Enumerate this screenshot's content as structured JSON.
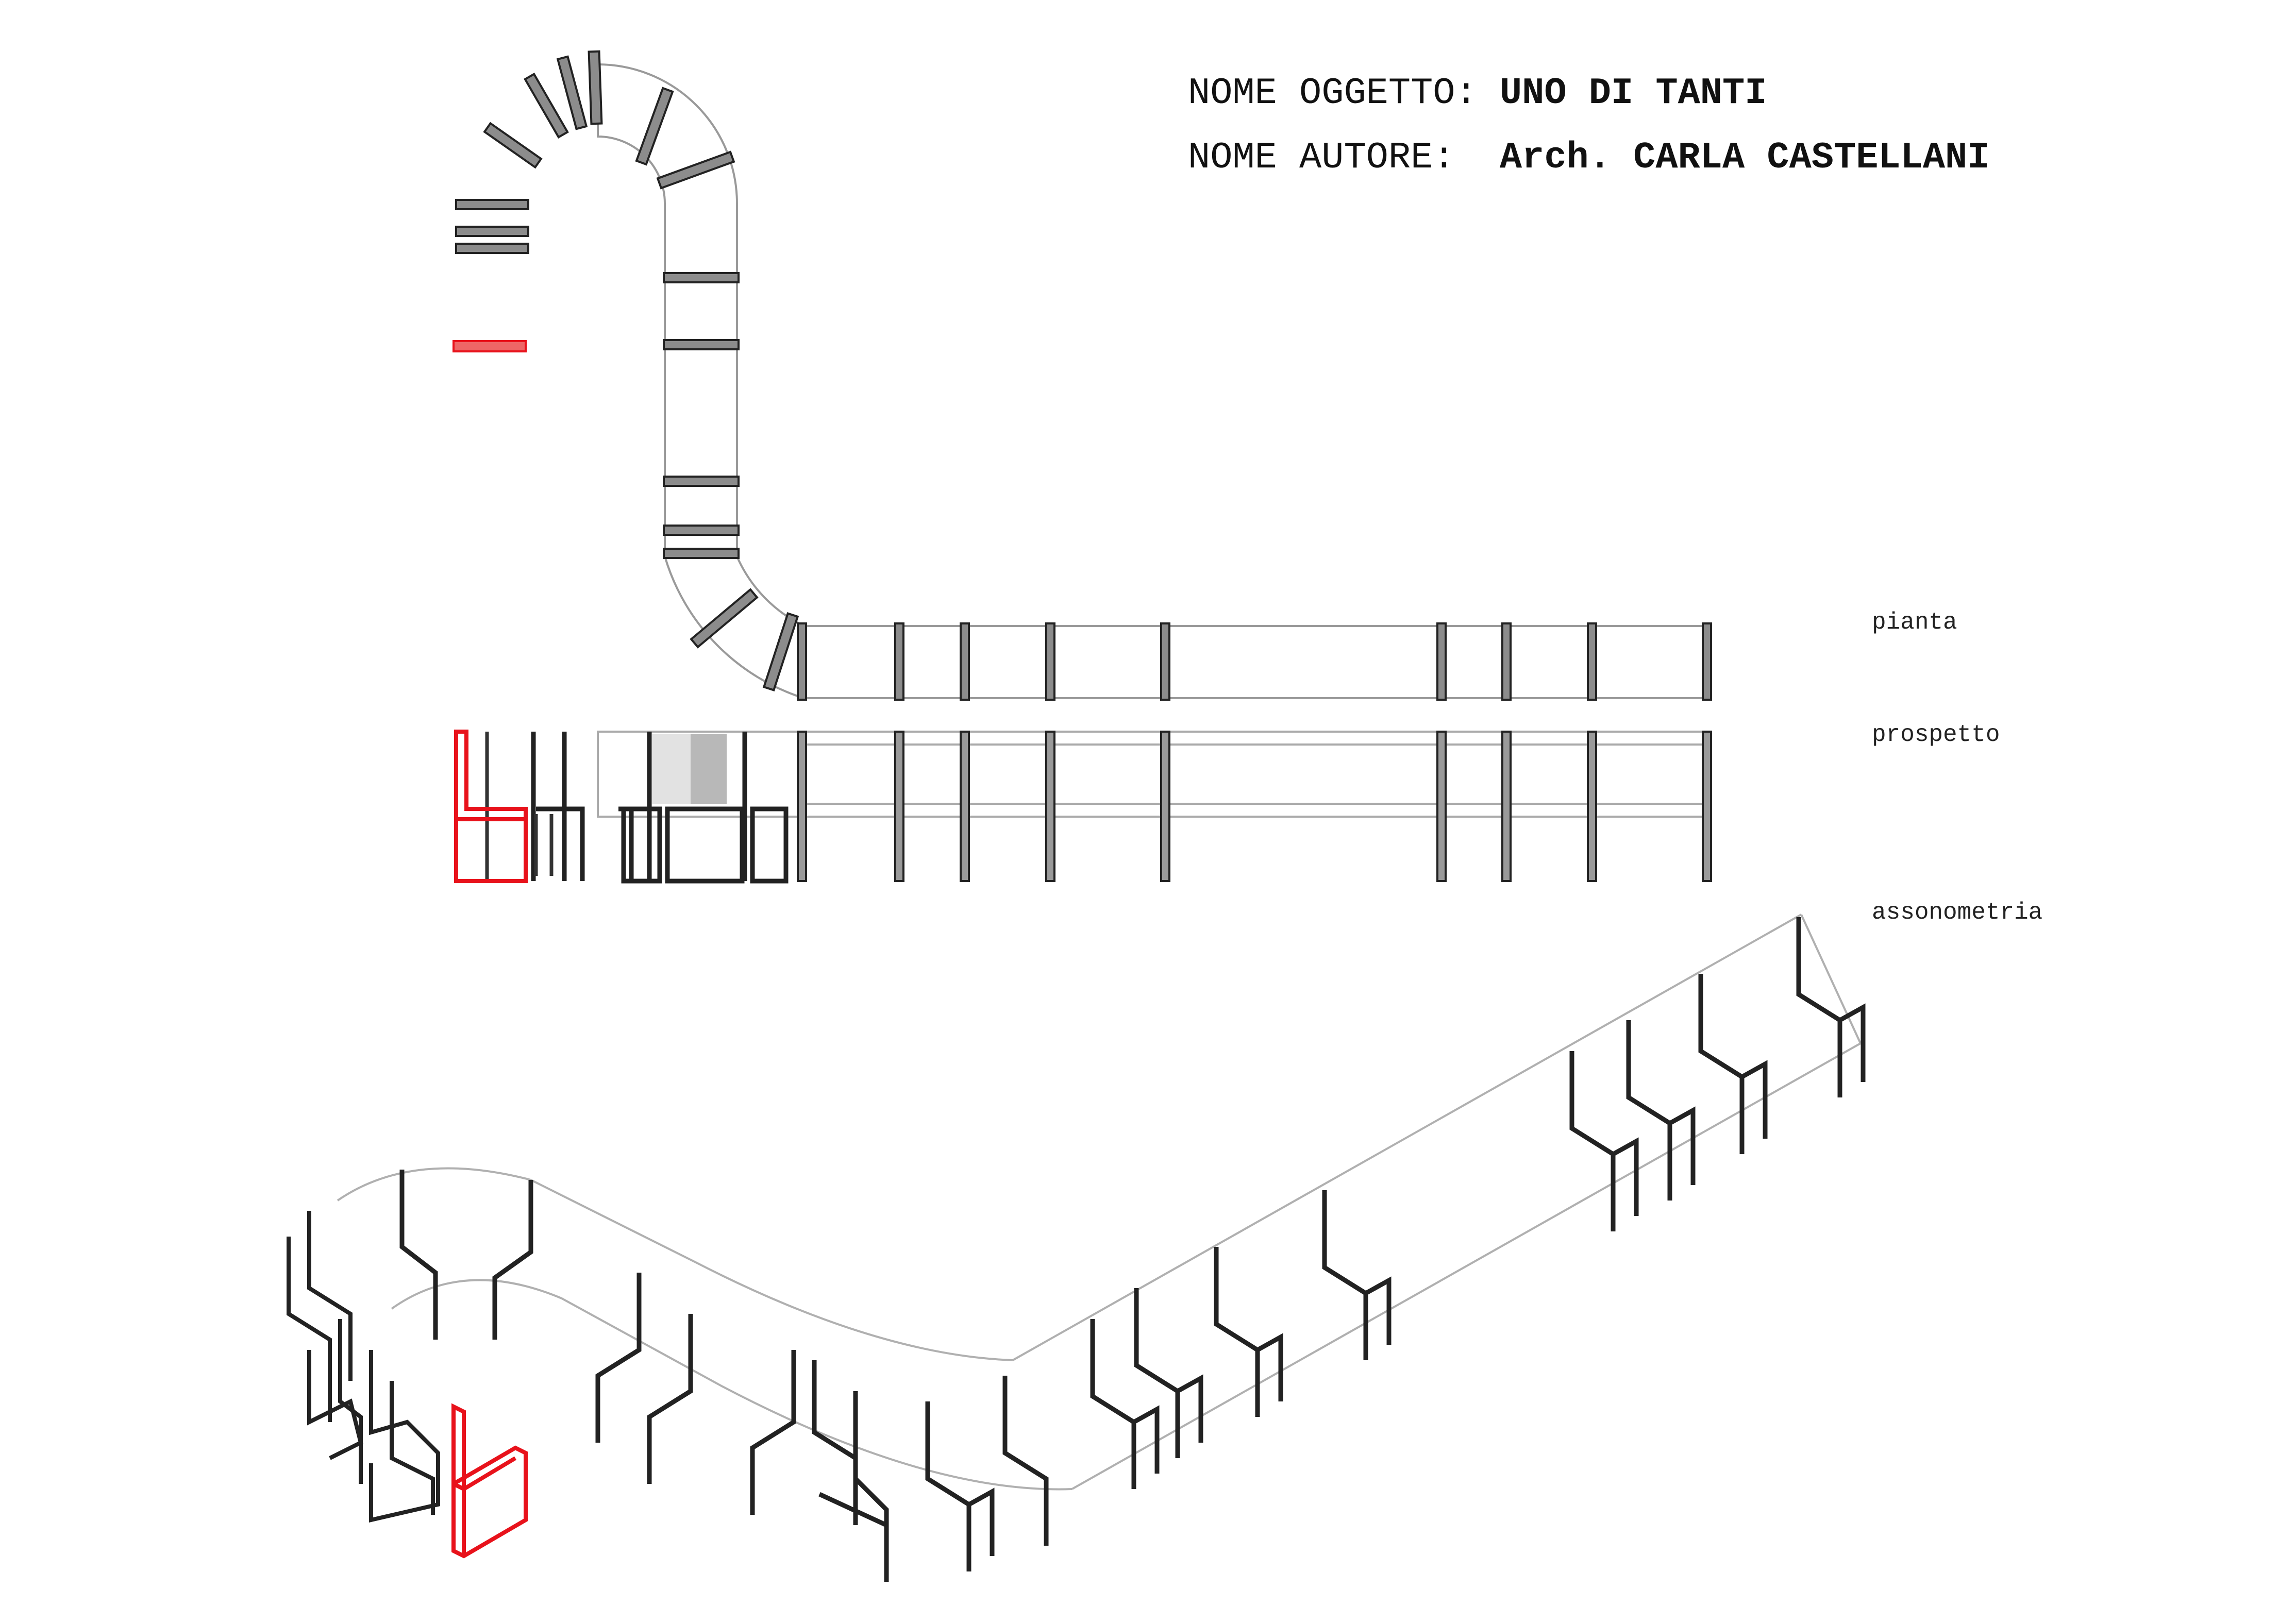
{
  "title_block": {
    "object_label": "NOME OGGETTO:",
    "object_value": "UNO DI TANTI",
    "author_label": "NOME AUTORE:",
    "author_value": "Arch. CARLA CASTELLANI"
  },
  "view_labels": {
    "plan": "pianta",
    "elevation": "prospetto",
    "axonometric": "assonometria"
  },
  "colors": {
    "line": "#333333",
    "light_line": "#b0b0b0",
    "chair_fill": "#8c8c8c",
    "highlight": "#e8121b"
  }
}
